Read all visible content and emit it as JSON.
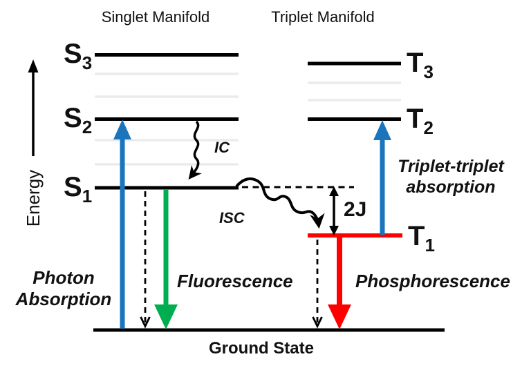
{
  "titles": {
    "singlet": "Singlet Manifold",
    "triplet": "Triplet Manifold"
  },
  "axis": {
    "label": "Energy"
  },
  "levels": {
    "s3": {
      "base": "S",
      "sub": "3"
    },
    "s2": {
      "base": "S",
      "sub": "2"
    },
    "s1": {
      "base": "S",
      "sub": "1"
    },
    "t3": {
      "base": "T",
      "sub": "3"
    },
    "t2": {
      "base": "T",
      "sub": "2"
    },
    "t1": {
      "base": "T",
      "sub": "1"
    }
  },
  "processes": {
    "photon_absorption": {
      "line1": "Photon",
      "line2": "Absorption"
    },
    "fluorescence": "Fluorescence",
    "phosphorescence": "Phosphorescence",
    "internal_conversion": "IC",
    "intersystem_crossing": "ISC",
    "triplet_triplet_absorption": {
      "line1": "Triplet-triplet",
      "line2": "absorption"
    },
    "exchange_splitting": "2J"
  },
  "ground": {
    "label": "Ground State"
  },
  "colors": {
    "absorption_blue": "#1B75BC",
    "fluorescence_green": "#00AE4F",
    "phosphorescence_red": "#FE0000",
    "level_black": "#000000",
    "vibrational_gray": "#EBEBEB",
    "text_black": "#111111"
  }
}
